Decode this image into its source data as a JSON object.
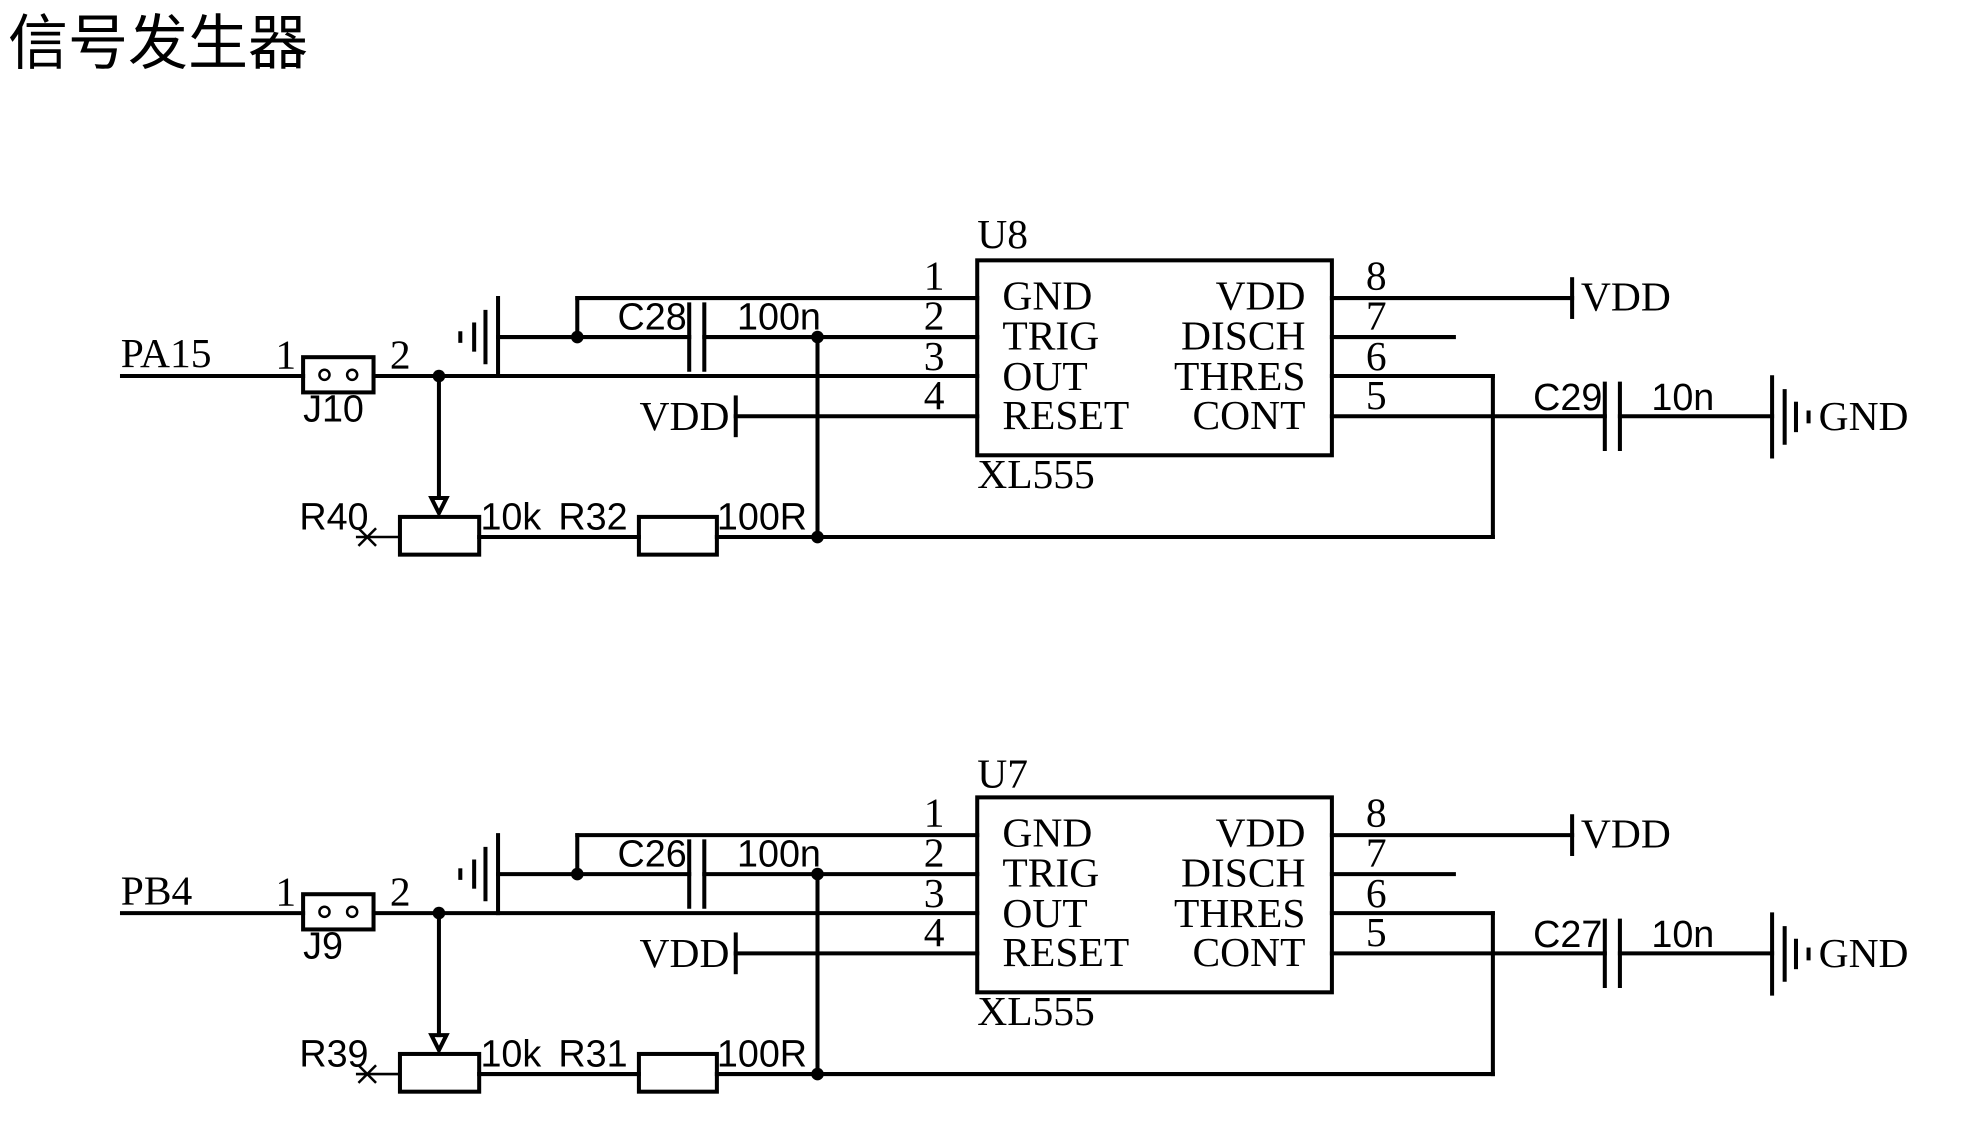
{
  "title": "信号发生器",
  "circuits": [
    {
      "chip_ref": "U8",
      "chip_part": "XL555",
      "input_net": "PA15",
      "jumper": {
        "ref": "J10",
        "pins": [
          "1",
          "2"
        ]
      },
      "cap_trig": {
        "ref": "C28",
        "value": "100n"
      },
      "cap_cont": {
        "ref": "C29",
        "value": "10n"
      },
      "pot": {
        "ref": "R40",
        "value": "10k"
      },
      "resistor": {
        "ref": "R32",
        "value": "100R"
      },
      "vdd_reset": "VDD",
      "vdd_out": "VDD",
      "gnd_out": "GND",
      "left_pins": [
        {
          "num": "1",
          "name": "GND"
        },
        {
          "num": "2",
          "name": "TRIG"
        },
        {
          "num": "3",
          "name": "OUT"
        },
        {
          "num": "4",
          "name": "RESET"
        }
      ],
      "right_pins": [
        {
          "num": "8",
          "name": "VDD"
        },
        {
          "num": "7",
          "name": "DISCH"
        },
        {
          "num": "6",
          "name": "THRES"
        },
        {
          "num": "5",
          "name": "CONT"
        }
      ]
    },
    {
      "chip_ref": "U7",
      "chip_part": "XL555",
      "input_net": "PB4",
      "jumper": {
        "ref": "J9",
        "pins": [
          "1",
          "2"
        ]
      },
      "cap_trig": {
        "ref": "C26",
        "value": "100n"
      },
      "cap_cont": {
        "ref": "C27",
        "value": "10n"
      },
      "pot": {
        "ref": "R39",
        "value": "10k"
      },
      "resistor": {
        "ref": "R31",
        "value": "100R"
      },
      "vdd_reset": "VDD",
      "vdd_out": "VDD",
      "gnd_out": "GND",
      "left_pins": [
        {
          "num": "1",
          "name": "GND"
        },
        {
          "num": "2",
          "name": "TRIG"
        },
        {
          "num": "3",
          "name": "OUT"
        },
        {
          "num": "4",
          "name": "RESET"
        }
      ],
      "right_pins": [
        {
          "num": "8",
          "name": "VDD"
        },
        {
          "num": "7",
          "name": "DISCH"
        },
        {
          "num": "6",
          "name": "THRES"
        },
        {
          "num": "5",
          "name": "CONT"
        }
      ]
    }
  ]
}
